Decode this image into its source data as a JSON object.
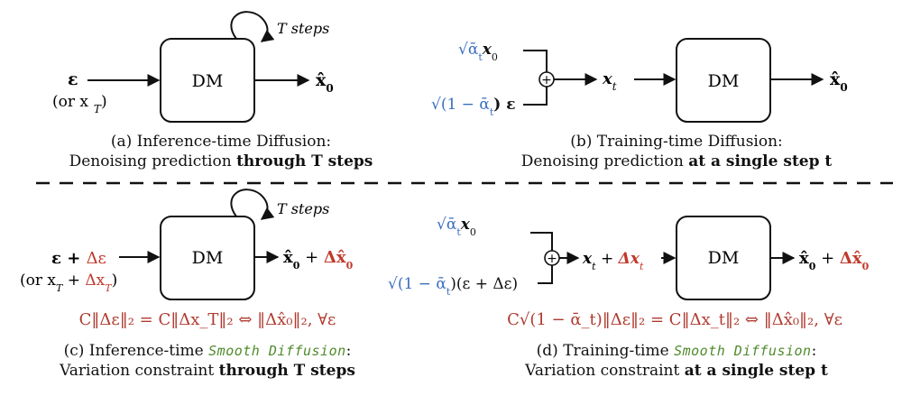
{
  "colors": {
    "blue": "#3a6fbf",
    "red": "#c0392b",
    "green": "#4f8a2b",
    "black": "#111111"
  },
  "box_label": "DM",
  "a": {
    "loop": "T steps",
    "input": "ε",
    "input_alt": "(or x",
    "input_alt_sub": "T",
    "input_alt_close": ")",
    "output": "x̂",
    "output_sub": "0",
    "caption_line1": "(a) Inference-time Diffusion:",
    "caption_line2_plain": "Denoising prediction ",
    "caption_line2_bold": "through T steps"
  },
  "b": {
    "in_top": "√ᾱ",
    "in_top_sub": "t",
    "in_top_var": "x",
    "in_top_var_sub": "0",
    "in_bot": "√(1 − ᾱ",
    "in_bot_sub": "t",
    "in_bot_close": ") ε",
    "plus": "+",
    "mid": "x",
    "mid_sub": "t",
    "output": "x̂",
    "output_sub": "0",
    "caption_line1": "(b) Training-time Diffusion:",
    "caption_line2_plain": "Denoising prediction ",
    "caption_line2_bold": "at a single step t"
  },
  "c": {
    "loop": "T steps",
    "input_a": "ε + ",
    "input_a_red": "Δε",
    "input_b": "(or x",
    "input_b_sub": "T",
    "input_b_mid": " + ",
    "input_b_red": "Δx",
    "input_b_red_sub": "T",
    "input_b_close": ")",
    "output": "x̂",
    "output_sub": "0",
    "output_plus": " + ",
    "output_red": "Δx̂",
    "output_red_sub": "0",
    "equation": "C‖Δε‖₂ = C‖Δx_T‖₂ ⇔ ‖Δx̂₀‖₂, ∀ε",
    "caption_line1_plain": "(c) Inference-time ",
    "caption_line1_smooth": "Smooth Diffusion",
    "caption_line1_end": ":",
    "caption_line2_plain": "Variation constraint ",
    "caption_line2_bold": "through T steps"
  },
  "d": {
    "in_top": "√ᾱ",
    "in_top_sub": "t",
    "in_top_var": "x",
    "in_top_var_sub": "0",
    "in_bot": "√(1 − ᾱ",
    "in_bot_sub": "t",
    "in_bot_close": ")(ε + Δε)",
    "plus": "+",
    "mid": "x",
    "mid_sub": "t",
    "mid_plus": " + ",
    "mid_red": "Δx",
    "mid_red_sub": "t",
    "output": "x̂",
    "output_sub": "0",
    "output_plus": " + ",
    "output_red": "Δx̂",
    "output_red_sub": "0",
    "equation": "C√(1 − ᾱ_t)‖Δε‖₂ = C‖Δx_t‖₂ ⇔ ‖Δx̂₀‖₂, ∀ε",
    "caption_line1_plain": "(d) Training-time ",
    "caption_line1_smooth": "Smooth Diffusion",
    "caption_line1_end": ":",
    "caption_line2_plain": "Variation constraint ",
    "caption_line2_bold": "at a single step t"
  }
}
